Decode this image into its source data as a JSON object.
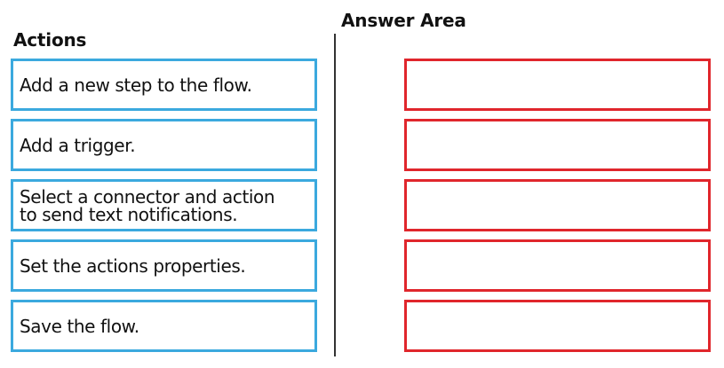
{
  "actions": {
    "title": "Actions",
    "items": [
      {
        "label": "Add a new step to the flow."
      },
      {
        "label": "Add a trigger."
      },
      {
        "label": "Select a connector and action\nto send text notifications."
      },
      {
        "label": "Set the actions properties."
      },
      {
        "label": "Save the flow."
      }
    ]
  },
  "answer_area": {
    "title": "Answer Area",
    "slot_count": 5
  },
  "colors": {
    "action_border": "#3ba9de",
    "answer_border": "#e0262c",
    "divider": "#333333"
  }
}
